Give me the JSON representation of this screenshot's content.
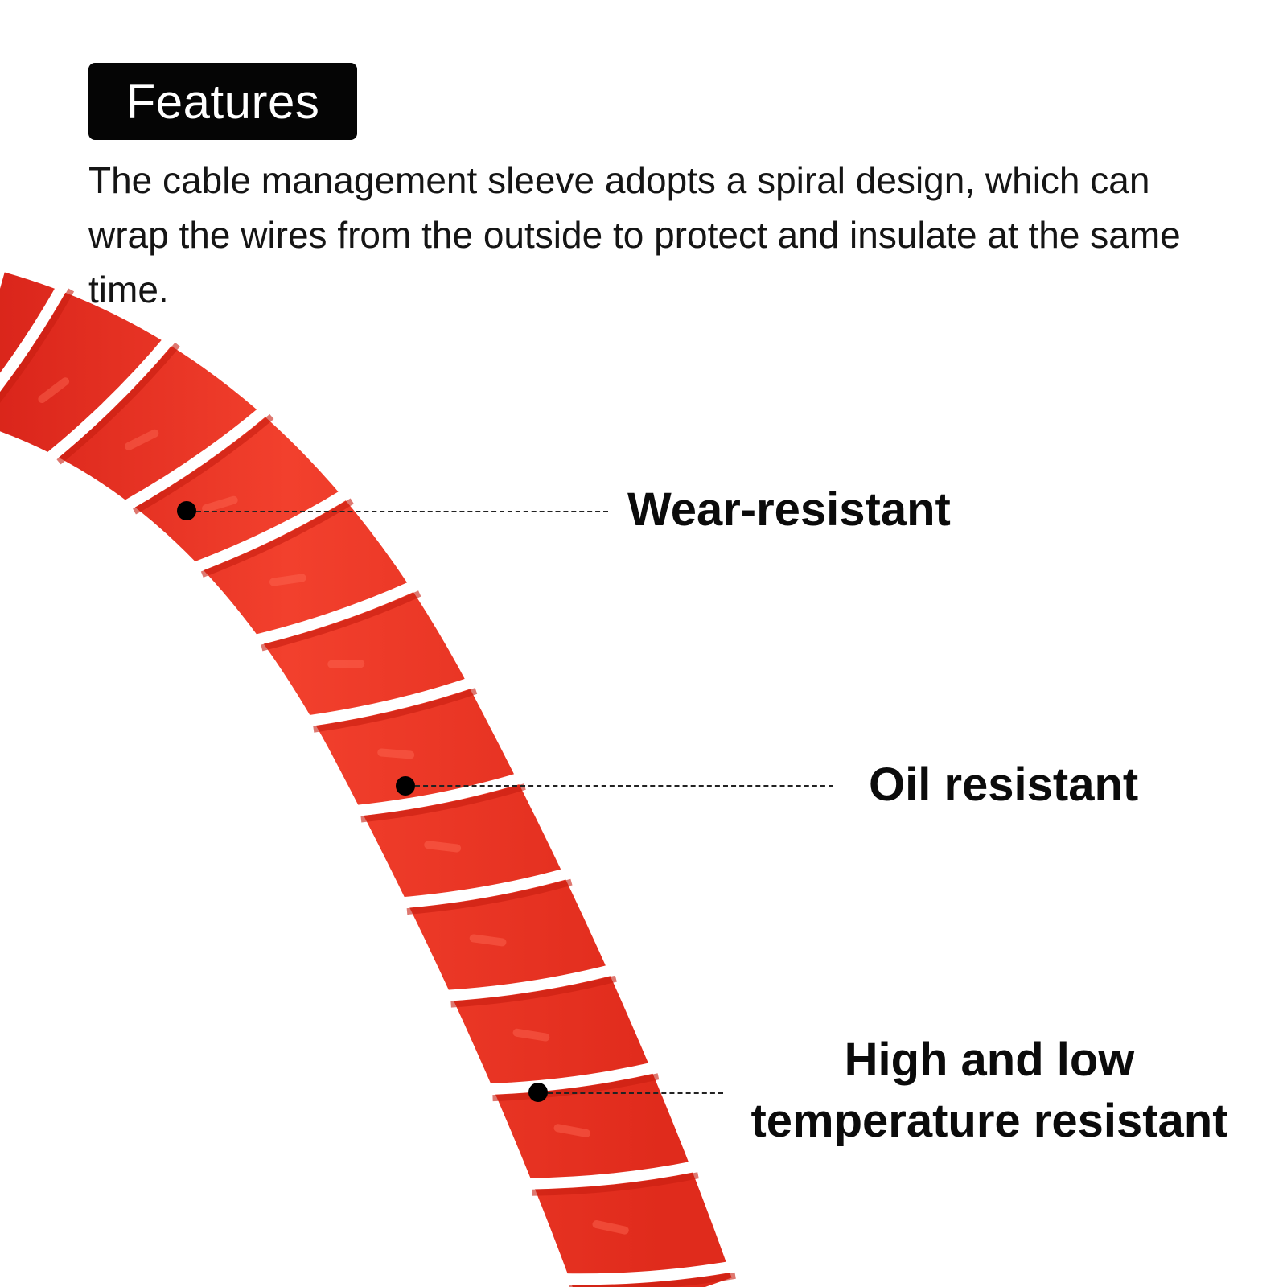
{
  "header": {
    "badge_text": "Features",
    "description": "The cable management sleeve adopts a spiral design, which can wrap the wires from the outside to protect and insulate at the same time."
  },
  "product": {
    "sleeve_color": "#ee3322",
    "sleeve_highlight": "#ff6a55",
    "sleeve_shadow": "#c81e10"
  },
  "callouts": [
    {
      "label": "Wear-resistant"
    },
    {
      "label": "Oil resistant"
    },
    {
      "label_line1": "High and low",
      "label_line2": "temperature resistant"
    }
  ]
}
